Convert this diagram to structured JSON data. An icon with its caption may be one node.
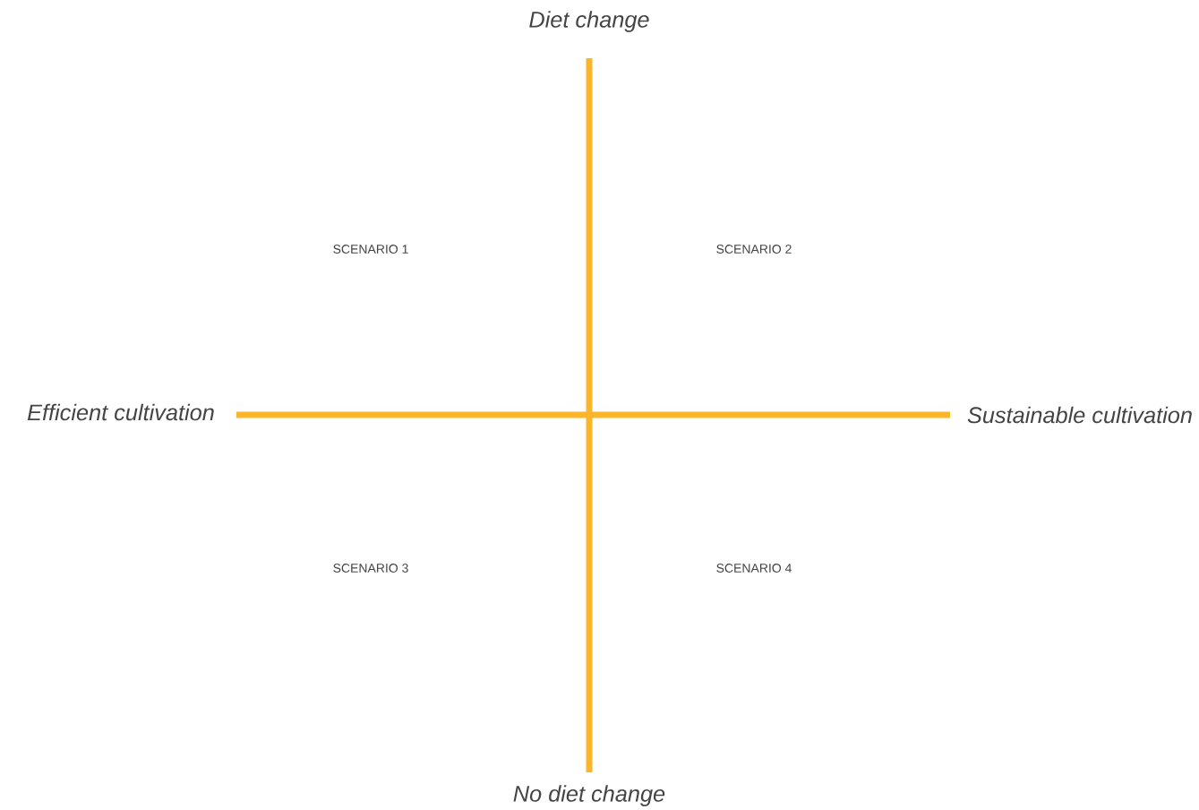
{
  "diagram": {
    "labels": [
      "Diet change",
      "SCENARIO 1",
      "SCENARIO 2",
      "Efficient cultivation",
      "Sustainable cultivation",
      "SCENARIO 3",
      "SCENARIO 4",
      "No diet change"
    ]
  }
}
